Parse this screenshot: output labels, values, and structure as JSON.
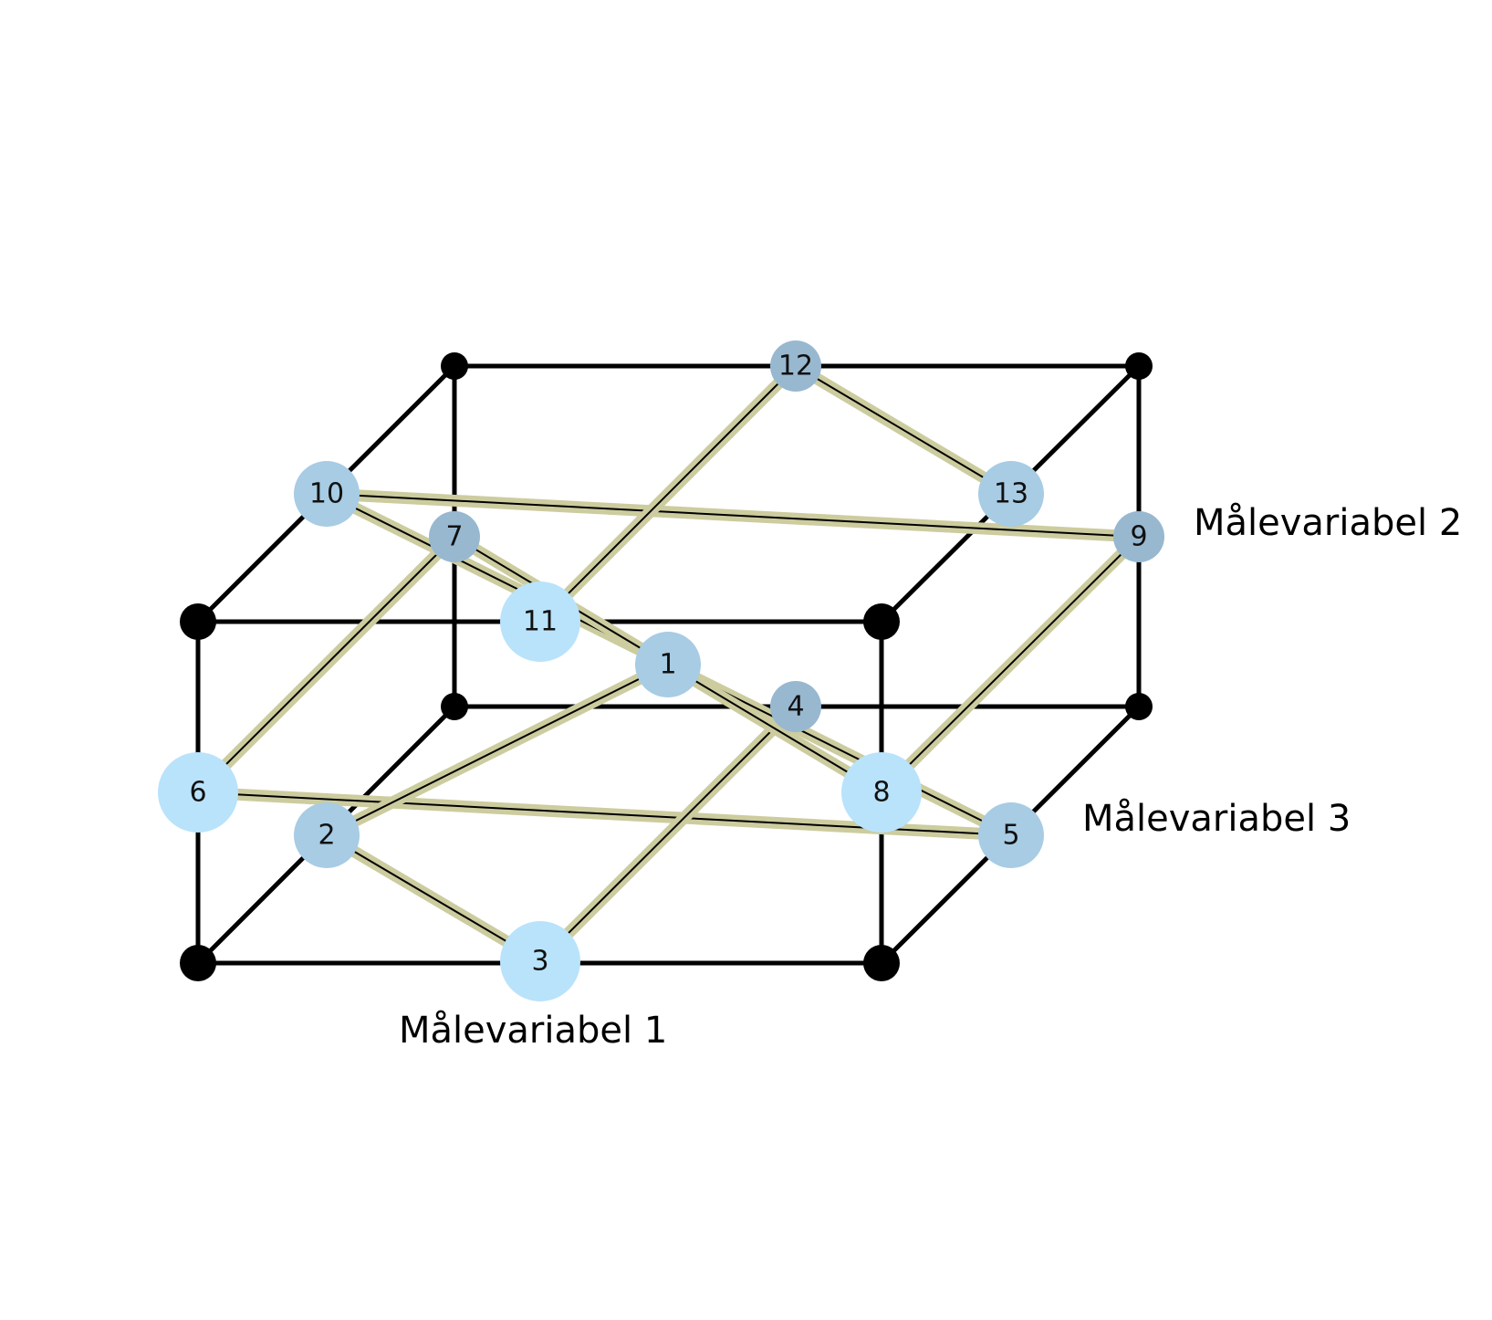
{
  "axis_labels": {
    "factor_1": "Målevariabel 1",
    "factor_2": "Målevariabel 2",
    "factor_3": "Målevariabel 3"
  },
  "colors": {
    "cube_edge": "#000000",
    "corner": "#000000",
    "run_link_outer": "#cccc9f",
    "run_link_inner": "#000000",
    "node_light": "#b9e3fb",
    "node_mid": "#a7cce4",
    "node_dark": "#98b8d0"
  },
  "design_points": [
    {
      "id": "1",
      "label": "1",
      "shade": "mid"
    },
    {
      "id": "2",
      "label": "2",
      "shade": "mid"
    },
    {
      "id": "3",
      "label": "3",
      "shade": "light"
    },
    {
      "id": "4",
      "label": "4",
      "shade": "dark"
    },
    {
      "id": "5",
      "label": "5",
      "shade": "mid"
    },
    {
      "id": "6",
      "label": "6",
      "shade": "light"
    },
    {
      "id": "7",
      "label": "7",
      "shade": "dark"
    },
    {
      "id": "8",
      "label": "8",
      "shade": "light"
    },
    {
      "id": "9",
      "label": "9",
      "shade": "dark"
    },
    {
      "id": "10",
      "label": "10",
      "shade": "mid"
    },
    {
      "id": "11",
      "label": "11",
      "shade": "light"
    },
    {
      "id": "12",
      "label": "12",
      "shade": "dark"
    },
    {
      "id": "13",
      "label": "13",
      "shade": "mid"
    }
  ],
  "links": [
    [
      "6",
      "7"
    ],
    [
      "6",
      "5"
    ],
    [
      "2",
      "1"
    ],
    [
      "2",
      "3"
    ],
    [
      "3",
      "4"
    ],
    [
      "10",
      "9"
    ],
    [
      "10",
      "5"
    ],
    [
      "7",
      "8"
    ],
    [
      "11",
      "12"
    ],
    [
      "12",
      "13"
    ],
    [
      "8",
      "9"
    ]
  ]
}
